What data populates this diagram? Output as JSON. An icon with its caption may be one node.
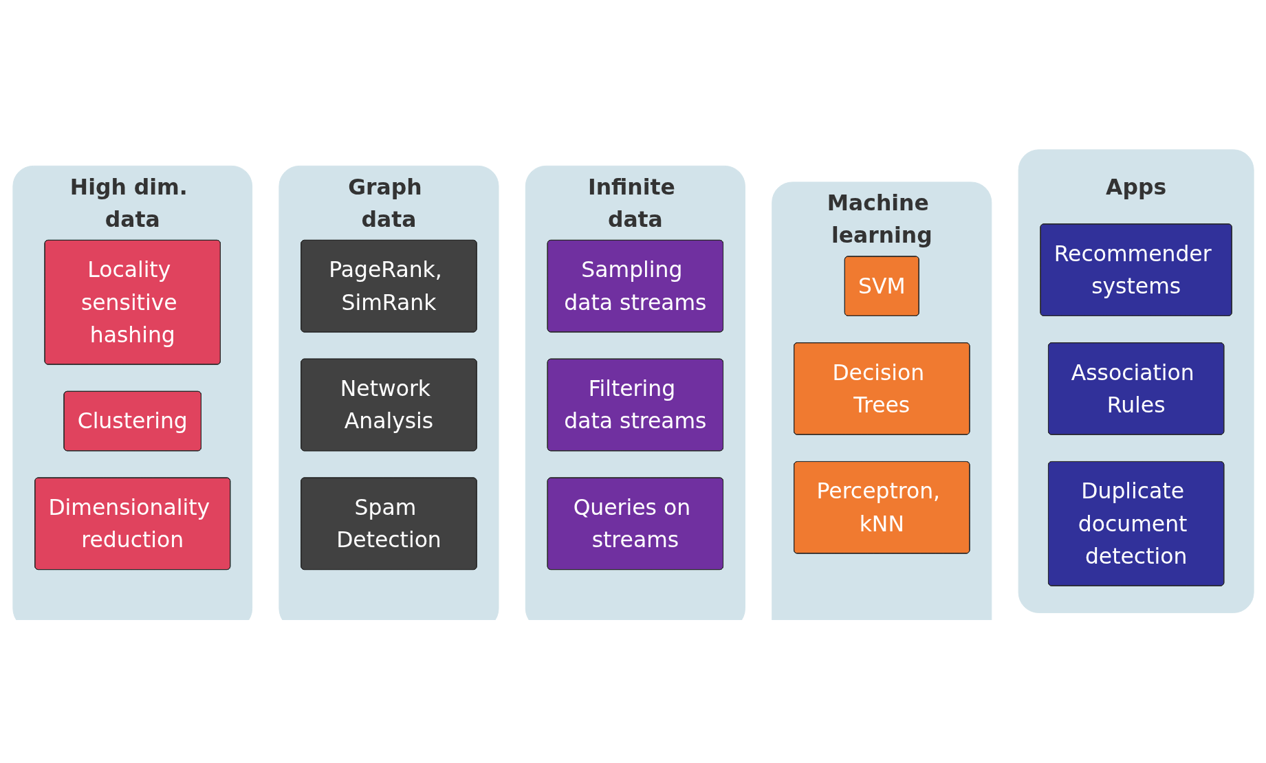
{
  "diagram": {
    "nodes": [
      {
        "text": [
          "High dim. data"
        ]
      },
      {
        "text": [
          "Locality sensitive hashing"
        ],
        "in": 0
      },
      {
        "text": [
          "Clustering"
        ],
        "in": 0
      },
      {
        "text": [
          "Dimensionality reduction"
        ],
        "in": 0
      },
      {
        "text": [
          "Graph data"
        ]
      },
      {
        "text": [
          "PageRank, SimRank"
        ],
        "in": 4
      },
      {
        "text": [
          "Network Analysis"
        ],
        "in": 4
      },
      {
        "text": [
          "Spam Detection"
        ],
        "in": 4
      },
      {
        "text": [
          "Infinite data"
        ]
      },
      {
        "text": [
          "Sampling data streams"
        ],
        "in": 8
      },
      {
        "text": [
          "Filtering data streams"
        ],
        "in": 8
      },
      {
        "text": [
          "Queries on streams"
        ],
        "in": 8
      },
      {
        "text": [
          "Machine learning"
        ]
      },
      {
        "text": [
          "SVM"
        ],
        "in": 12
      },
      {
        "text": [
          "Decision Trees"
        ],
        "in": 12
      },
      {
        "text": [
          "Perceptron, kNN"
        ],
        "in": 12
      },
      {
        "text": [
          "Apps"
        ]
      },
      {
        "text": [
          "Recommender systems"
        ],
        "in": 16
      },
      {
        "text": [
          "Association Rules"
        ],
        "in": 16
      },
      {
        "text": [
          "Duplicate document detection"
        ],
        "in": 16
      }
    ],
    "edges": []
  }
}
